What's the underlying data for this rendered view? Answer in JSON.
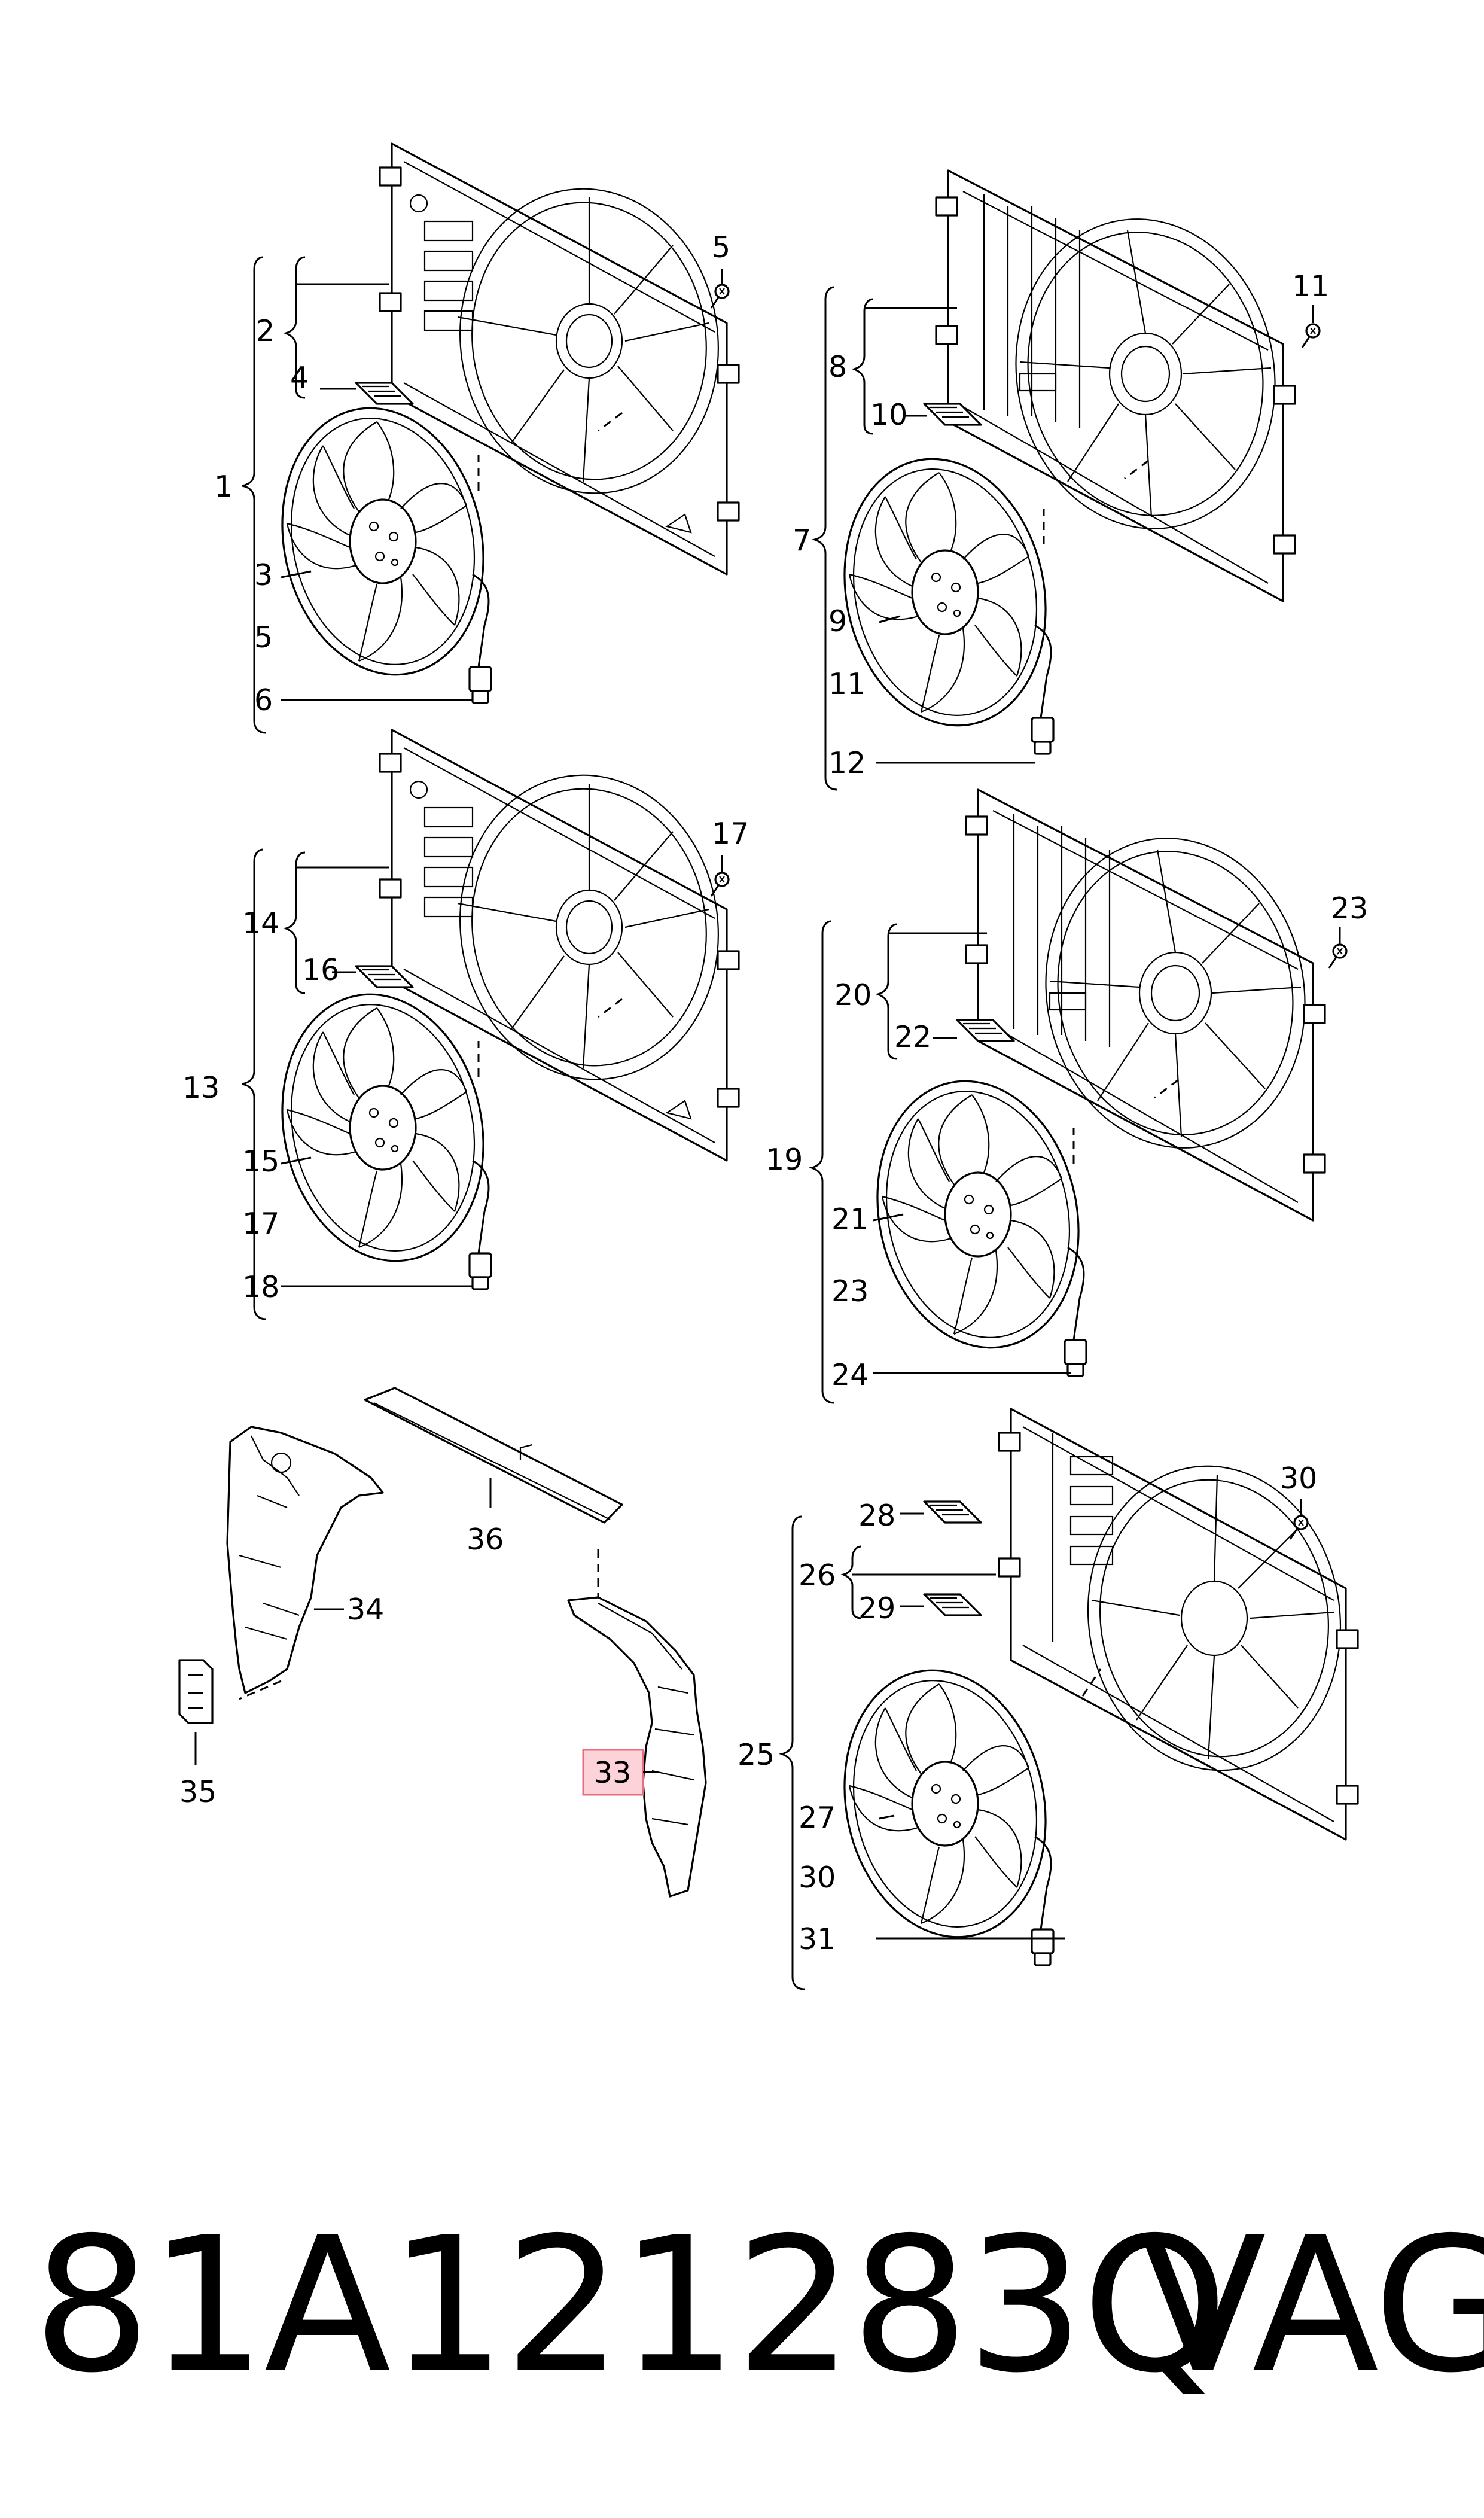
{
  "diagram": {
    "callouts": [
      "1",
      "2",
      "3",
      "4",
      "5",
      "5",
      "6",
      "7",
      "8",
      "9",
      "10",
      "11",
      "11",
      "12",
      "13",
      "14",
      "15",
      "16",
      "17",
      "17",
      "18",
      "19",
      "20",
      "21",
      "22",
      "23",
      "23",
      "24",
      "25",
      "26",
      "27",
      "28",
      "29",
      "30",
      "30",
      "31",
      "33",
      "34",
      "35",
      "36"
    ],
    "highlighted_callout": "33",
    "highlight_color": "#fbd3d8"
  },
  "footer": {
    "part_number": "81A121283Q",
    "brand": "VAG"
  }
}
